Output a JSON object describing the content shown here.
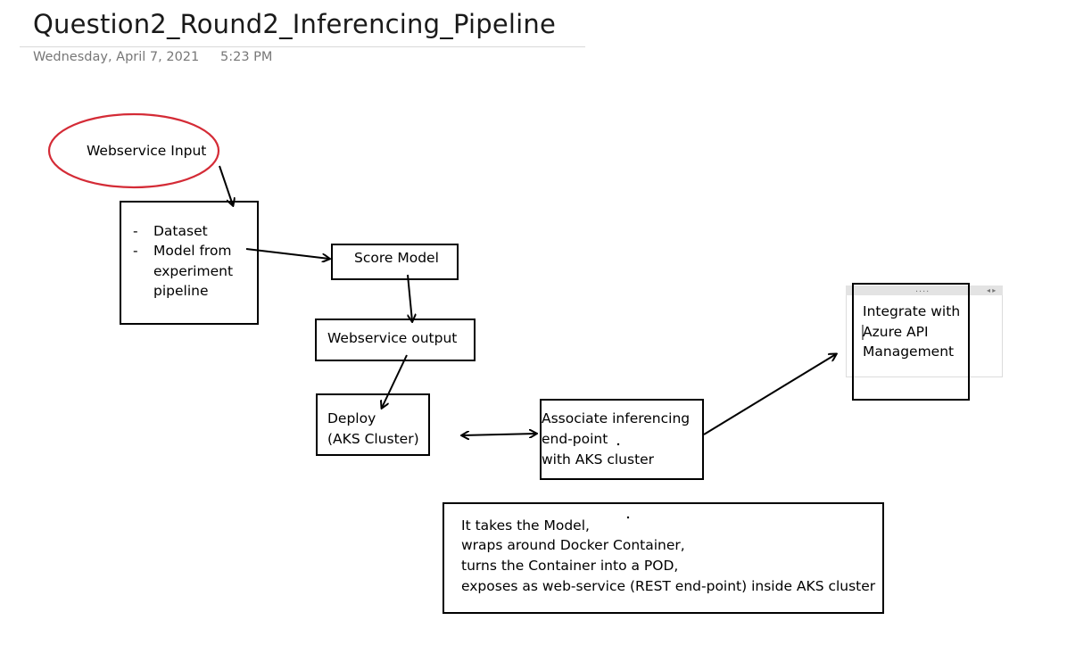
{
  "page": {
    "title": "Question2_Round2_Inferencing_Pipeline",
    "date": "Wednesday, April 7, 2021",
    "time": "5:23 PM"
  },
  "diagram": {
    "webservice_input": "Webservice Input",
    "inputs_box": {
      "dash": "-",
      "item1": "Dataset",
      "item2_lines": [
        "Model from",
        "experiment",
        "pipeline"
      ]
    },
    "score_model": "Score Model",
    "webservice_output": "Webservice output",
    "deploy": [
      "Deploy",
      "(AKS  Cluster)"
    ],
    "associate": [
      "Associate inferencing",
      "end-point",
      "with AKS cluster"
    ],
    "integrate": [
      "Integrate with",
      "Azure API",
      "Management"
    ],
    "note": [
      "It takes the Model,",
      "wraps around Docker Container,",
      "turns the Container into a POD,",
      "exposes as web-service (REST end-point) inside AKS cluster"
    ],
    "handle_dots": "....",
    "handle_arrows": "◂ ▸"
  },
  "colors": {
    "ellipse_stroke": "#d42b36",
    "stroke": "#000000",
    "meta_text": "#777777"
  }
}
